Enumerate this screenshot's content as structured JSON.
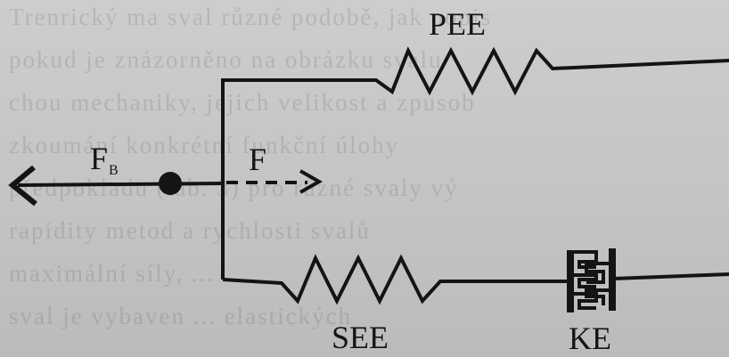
{
  "diagram": {
    "labels": {
      "pee": "PEE",
      "see": "SEE",
      "ke": "KE",
      "f": "F",
      "fb_main": "F",
      "fb_sub": "B"
    }
  },
  "background_text": [
    "Trenrický ma sval různé podobě, jak popis",
    "pokud je znázorněno na obrázku svalu",
    "chou mechaniky, jejich velikost a zpusob",
    "zkoumání konkrétní funkční úlohy",
    "předpokladu (tab. 3) pro různé svaly vý",
    "rapidity metod a rychlosti svalů",
    "maximální síly, ...",
    "sval je vybaven ... elastických"
  ],
  "colors": {
    "ink": "#141414",
    "paper": "#c9c7c6"
  }
}
